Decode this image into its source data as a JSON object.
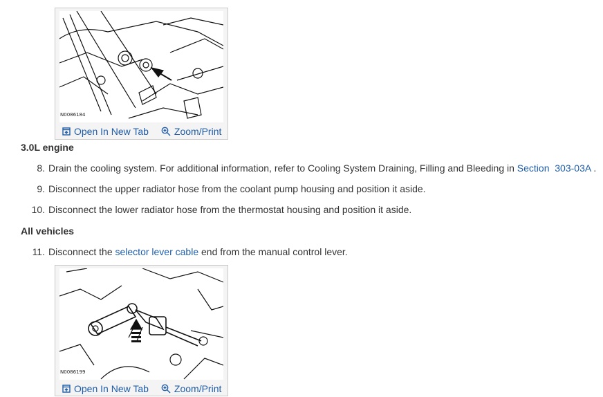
{
  "figure1": {
    "code": "N0086184",
    "open_label": "Open In New Tab",
    "zoom_label": "Zoom/Print"
  },
  "heading_30l": "3.0L engine",
  "step8": {
    "number": "8.",
    "text": "Drain the cooling system. For additional information, refer to Cooling System Draining, Filling and Bleeding in ",
    "link1": "Section",
    "link2": "303-03A",
    "tail": " ."
  },
  "step9": {
    "number": "9.",
    "text": "Disconnect the upper radiator hose from the coolant pump housing and position it aside."
  },
  "step10": {
    "number": "10.",
    "text": "Disconnect the lower radiator hose from the thermostat housing and position it aside."
  },
  "heading_all": "All vehicles",
  "step11": {
    "number": "11.",
    "text_before": "Disconnect the ",
    "link": "selector lever cable",
    "text_after": " end from the manual control lever."
  },
  "figure2": {
    "code": "N0086199",
    "open_label": "Open In New Tab",
    "zoom_label": "Zoom/Print"
  }
}
